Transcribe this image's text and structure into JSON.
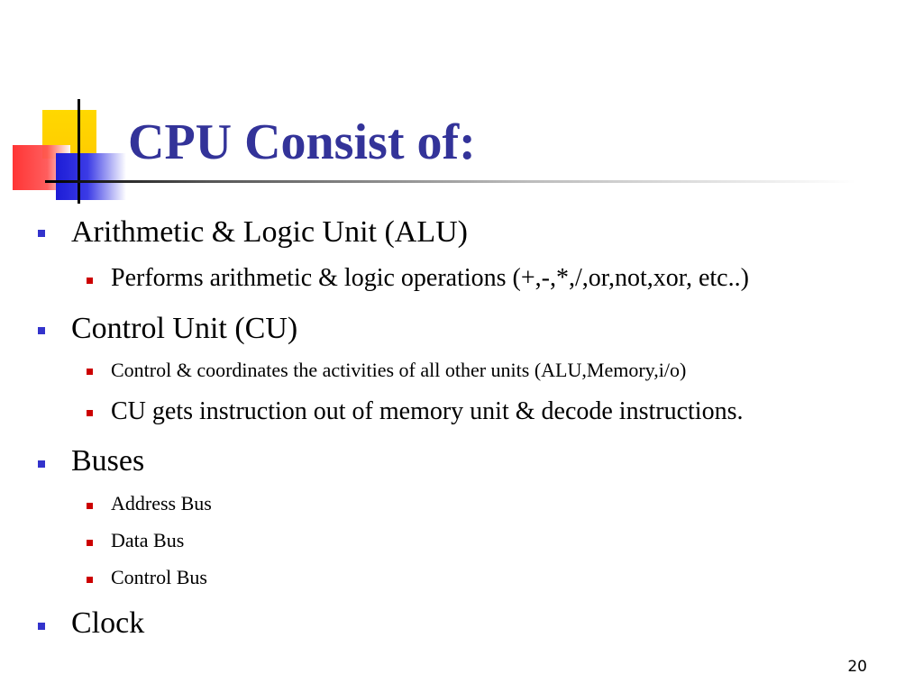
{
  "slide": {
    "title": "CPU Consist of:",
    "page_number": "20",
    "colors": {
      "title": "#333399",
      "level1_bullet": "#3333cc",
      "level2_bullet": "#cc0000"
    },
    "items": [
      {
        "text": "Arithmetic & Logic Unit (ALU)",
        "children": [
          "Performs  arithmetic & logic operations (+,-,*,/,or,not,xor, etc..)"
        ]
      },
      {
        "text": "Control Unit (CU)",
        "children": [
          "Control & coordinates the activities of all other units (ALU,Memory,i/o)",
          "CU gets instruction  out of memory unit & decode instructions."
        ]
      },
      {
        "text": "Buses",
        "children": [
          "Address Bus",
          "Data Bus",
          "Control Bus"
        ]
      },
      {
        "text": "Clock",
        "children": []
      }
    ]
  }
}
